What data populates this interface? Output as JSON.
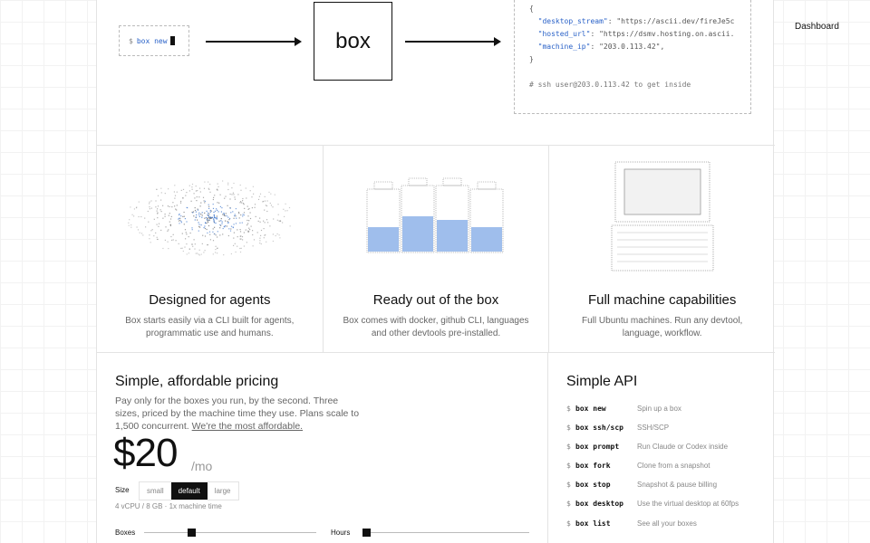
{
  "nav": {
    "dashboard_label": "Dashboard"
  },
  "hero": {
    "cmd_prompt": "$",
    "cmd_text": "box new",
    "box_label": "box",
    "json_lines": [
      {
        "key": "\"desktop_stream\"",
        "value": ": \"https://ascii.dev/fireJe5c"
      },
      {
        "key": "\"hosted_url\"",
        "value": ": \"https://dsmv.hosting.on.ascii."
      },
      {
        "key": "\"machine_ip\"",
        "value": ": \"203.0.113.42\","
      }
    ],
    "json_open": "{",
    "json_close": "}",
    "json_comment": "# ssh user@203.0.113.42 to get inside"
  },
  "features": [
    {
      "title": "Designed for agents",
      "desc": "Box starts easily via a CLI built for agents, programmatic use and humans."
    },
    {
      "title": "Ready out of the box",
      "desc": "Box comes with docker, github CLI, languages and other devtools pre-installed."
    },
    {
      "title": "Full machine capabilities",
      "desc": "Full Ubuntu machines. Run any devtool, language, workflow."
    }
  ],
  "pricing": {
    "title": "Simple, affordable pricing",
    "desc": "Pay only for the boxes you run, by the second. Three sizes, priced by the machine time they use. Plans scale to 1,500 concurrent.",
    "link": "We're the most affordable.",
    "price": "$20",
    "per": "/mo",
    "size_label": "Size",
    "sizes": [
      "small",
      "default",
      "large"
    ],
    "selected_size": "default",
    "spec": "4 vCPU / 8 GB · 1x machine time",
    "boxes_label": "Boxes",
    "hours_label": "Hours"
  },
  "api": {
    "title": "Simple API",
    "rows": [
      {
        "cmd": "box new",
        "desc": "Spin up a box"
      },
      {
        "cmd": "box ssh/scp",
        "desc": "SSH/SCP"
      },
      {
        "cmd": "box prompt",
        "desc": "Run Claude or Codex inside"
      },
      {
        "cmd": "box fork",
        "desc": "Clone from a snapshot"
      },
      {
        "cmd": "box stop",
        "desc": "Snapshot & pause billing"
      },
      {
        "cmd": "box desktop",
        "desc": "Use the virtual desktop at 60fps"
      },
      {
        "cmd": "box list",
        "desc": "See all your boxes"
      }
    ]
  },
  "colors": {
    "accent": "#2a62c8",
    "ink": "#111111",
    "muted": "#666666"
  }
}
